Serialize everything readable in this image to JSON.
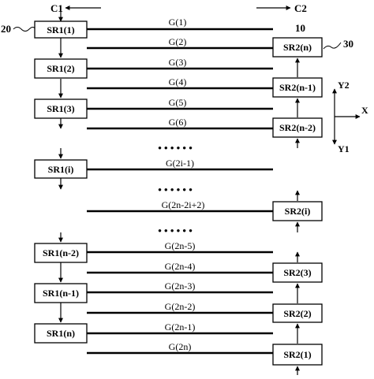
{
  "clock_labels": {
    "left": "C1",
    "right": "C2"
  },
  "reference_numerals": {
    "left_chain": "20",
    "gate_line": "10",
    "right_chain": "30"
  },
  "axis_labels": {
    "y_up": "Y2",
    "x": "X",
    "y_down": "Y1"
  },
  "ellipsis": "• • • • • •",
  "left_registers": [
    "SR1(1)",
    "SR1(2)",
    "SR1(3)",
    "SR1(i)",
    "SR1(n-2)",
    "SR1(n-1)",
    "SR1(n)"
  ],
  "right_registers": [
    "SR2(n)",
    "SR2(n-1)",
    "SR2(n-2)",
    "SR2(i)",
    "SR2(3)",
    "SR2(2)",
    "SR2(1)"
  ],
  "gate_lines": [
    "G(1)",
    "G(2)",
    "G(3)",
    "G(4)",
    "G(5)",
    "G(6)",
    "G(2i-1)",
    "G(2n-2i+2)",
    "G(2n-5)",
    "G(2n-4)",
    "G(2n-3)",
    "G(2n-2)",
    "G(2n-1)",
    "G(2n)"
  ]
}
